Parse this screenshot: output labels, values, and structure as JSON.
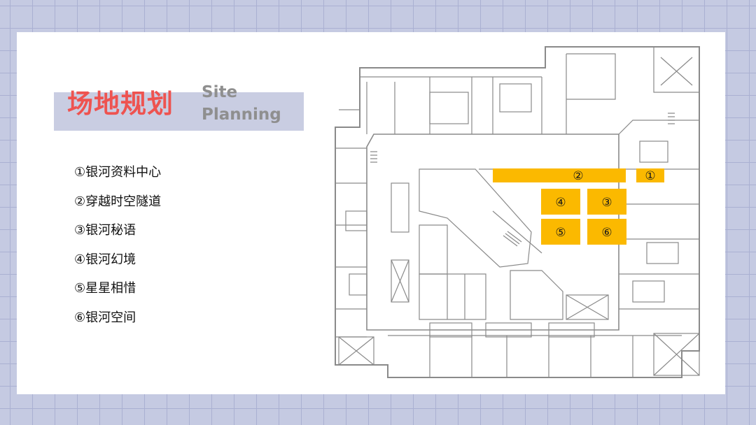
{
  "title": {
    "chinese": "场地规划",
    "english_line1": "Site",
    "english_line2": "Planning"
  },
  "zones": [
    {
      "marker": "①",
      "name": "银河资料中心"
    },
    {
      "marker": "②",
      "name": "穿越时空隧道"
    },
    {
      "marker": "③",
      "name": "银河秘语"
    },
    {
      "marker": "④",
      "name": "银河幻境"
    },
    {
      "marker": "⑤",
      "name": "星星相惜"
    },
    {
      "marker": "⑥",
      "name": "银河空间"
    }
  ],
  "colors": {
    "background": "#c5cae2",
    "card": "#ffffff",
    "title_red": "#ee5350",
    "title_band": "#c9cde2",
    "subtitle_gray": "#8f8f8f",
    "zone_fill": "#fbb900",
    "floorplan_line": "#8a8a8a"
  }
}
